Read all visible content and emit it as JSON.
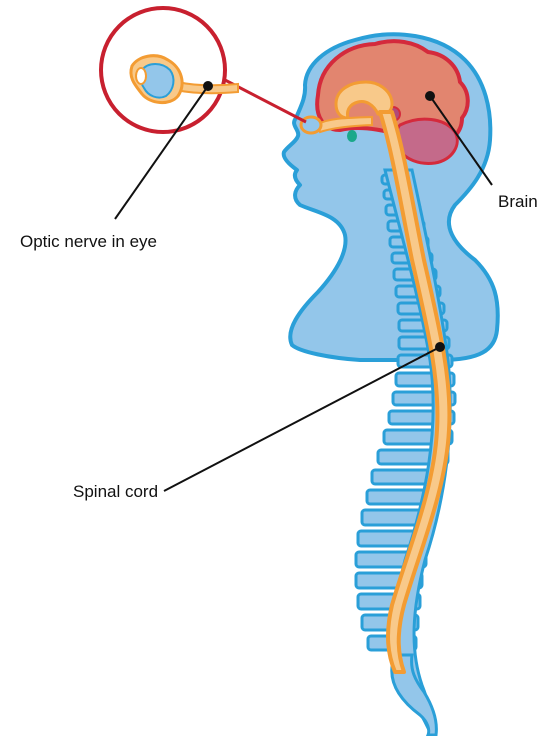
{
  "labels": {
    "brain": "Brain",
    "optic_nerve": "Optic nerve in eye",
    "spinal_cord": "Spinal cord"
  },
  "colors": {
    "body_fill": "#93c6ea",
    "body_stroke": "#2a9fd8",
    "brain_fill": "#e2856f",
    "brain_stroke": "#d42a3c",
    "cerebellum_fill": "#c46a8a",
    "nerve_fill": "#f8c98a",
    "nerve_stroke": "#f39c33",
    "callout_ring": "#c8202f",
    "leader_line": "#111111"
  }
}
